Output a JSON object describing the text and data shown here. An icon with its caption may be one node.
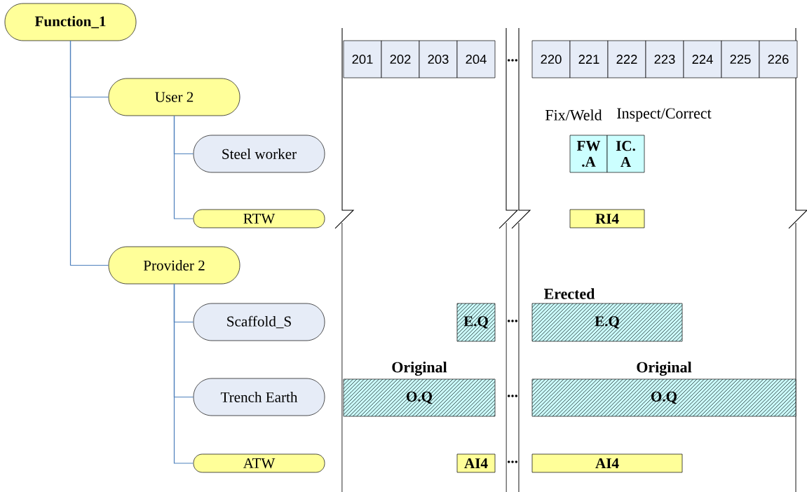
{
  "diagram": {
    "nodes": [
      {
        "text": [
          "Function_1"
        ]
      },
      {
        "text": [
          "User 2"
        ]
      },
      {
        "text": [
          "Steel worker"
        ]
      },
      {
        "text": [
          "RTW"
        ]
      },
      {
        "text": [
          "Provider 2"
        ]
      },
      {
        "text": [
          "Scaffold_S"
        ]
      },
      {
        "text": [
          "Trench Earth"
        ]
      },
      {
        "text": [
          "ATW"
        ]
      },
      {
        "text": [
          "201"
        ]
      },
      {
        "text": [
          "202"
        ]
      },
      {
        "text": [
          "203"
        ]
      },
      {
        "text": [
          "204"
        ]
      },
      {
        "text": [
          "220"
        ]
      },
      {
        "text": [
          "221"
        ]
      },
      {
        "text": [
          "222"
        ]
      },
      {
        "text": [
          "223"
        ]
      },
      {
        "text": [
          "224"
        ]
      },
      {
        "text": [
          "225"
        ]
      },
      {
        "text": [
          "226"
        ]
      },
      {
        "text": [
          "FW .A"
        ],
        "beside": [
          "Fix/Weld"
        ]
      },
      {
        "text": [
          "IC. A"
        ],
        "beside": [
          "Inspect/Correct"
        ]
      },
      {
        "text": [
          "RI4"
        ]
      },
      {
        "text": [
          "E.Q"
        ]
      },
      {
        "text": [
          "E.Q"
        ],
        "beside": [
          "Erected"
        ]
      },
      {
        "text": [
          "O.Q"
        ],
        "beside": [
          "Original"
        ]
      },
      {
        "text": [
          "O.Q"
        ],
        "beside": [
          "Original"
        ]
      },
      {
        "text": [
          "AI4"
        ]
      },
      {
        "text": [
          "AI4"
        ]
      }
    ],
    "edges": [
      {
        "from": 0,
        "to": 1,
        "arrow": "none"
      },
      {
        "from": 0,
        "to": 4,
        "arrow": "none"
      },
      {
        "from": 1,
        "to": 2,
        "arrow": "none"
      },
      {
        "from": 1,
        "to": 3,
        "arrow": "none"
      },
      {
        "from": 4,
        "to": 5,
        "arrow": "none"
      },
      {
        "from": 4,
        "to": 6,
        "arrow": "none"
      },
      {
        "from": 4,
        "to": 7,
        "arrow": "none"
      }
    ],
    "labels": [
      "...",
      "...",
      "...",
      "..."
    ]
  }
}
